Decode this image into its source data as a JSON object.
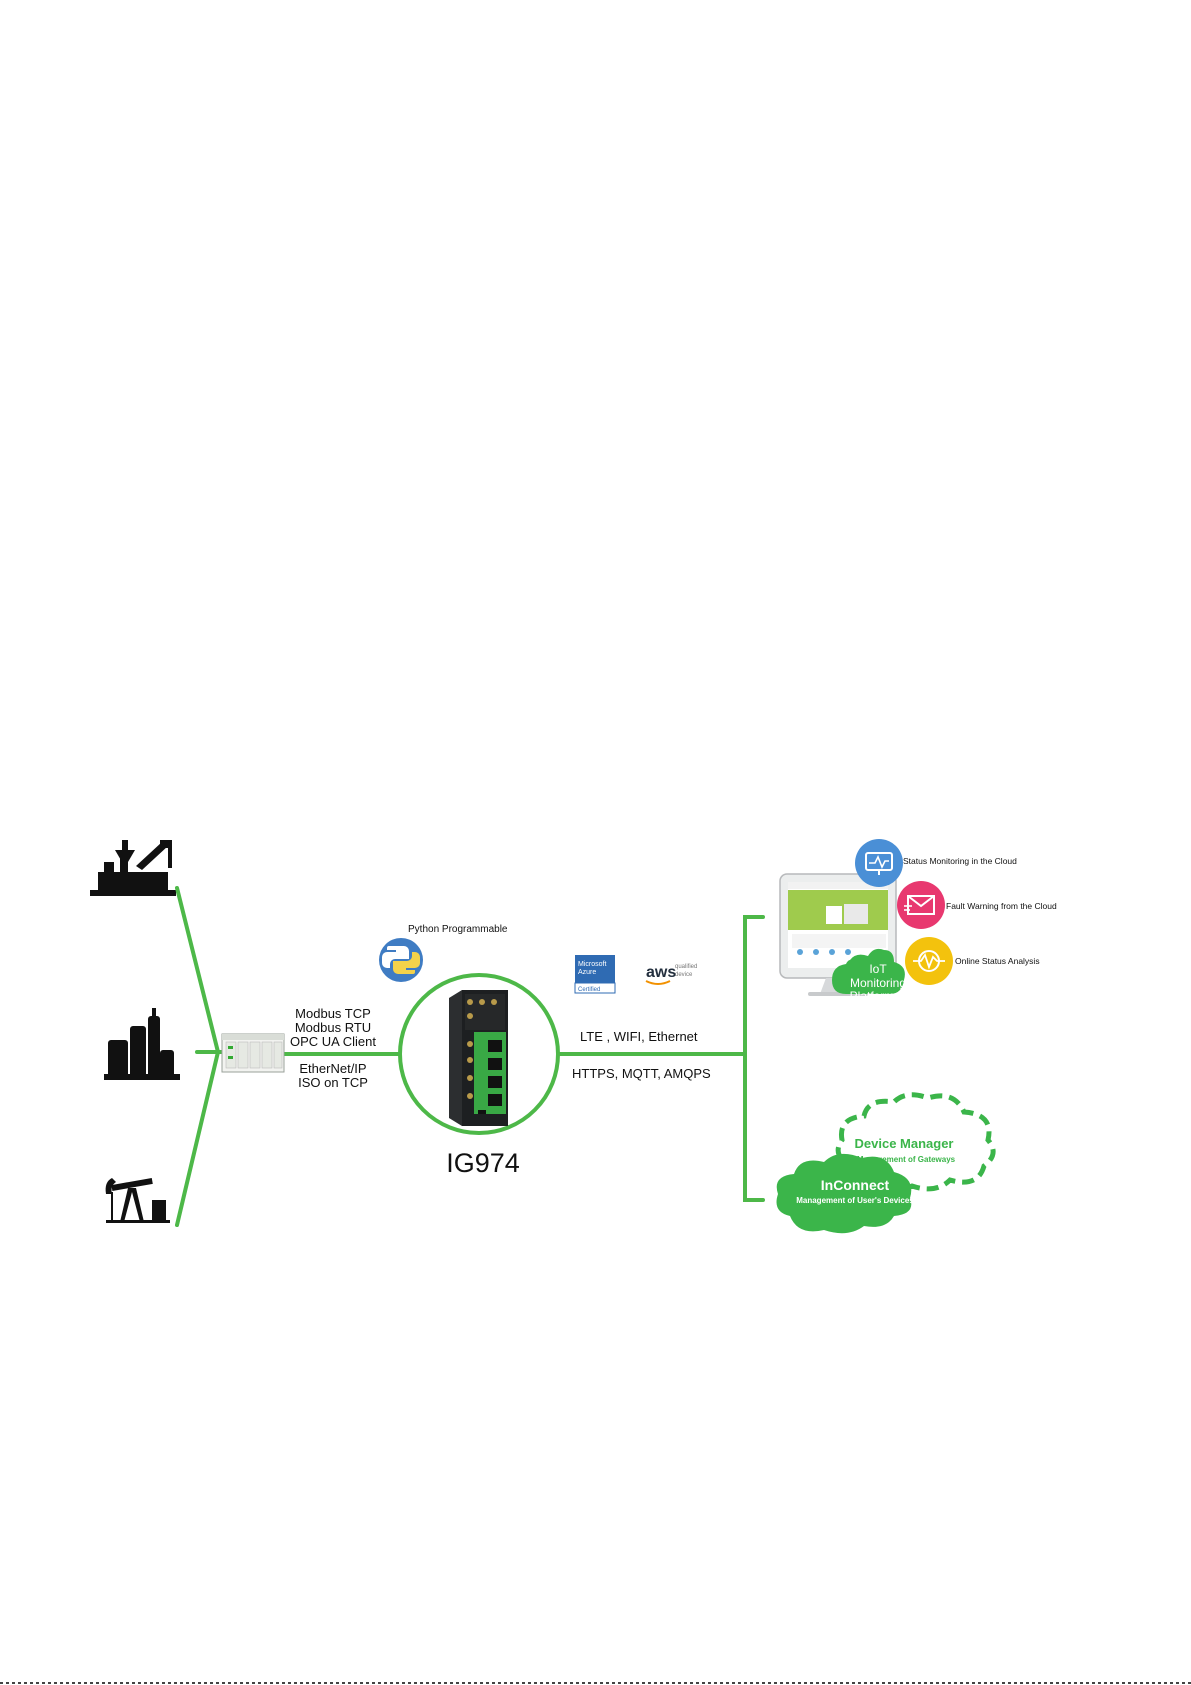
{
  "left_protocols": {
    "line1": "Modbus TCP",
    "line2": "Modbus RTU",
    "line3": "OPC UA Client",
    "line4": "EtherNet/IP",
    "line5": "ISO on TCP"
  },
  "python_label": "Python  Programmable",
  "gateway_label": "IG974",
  "connectivity": {
    "line1": "LTE , WIFI, Ethernet",
    "line2": "HTTPS, MQTT, AMQPS"
  },
  "cloud_badges": {
    "azure_line1": "Microsoft",
    "azure_line2": "Azure",
    "azure_line3": "Certified",
    "aws_text": "aws",
    "aws_sub1": "qualified",
    "aws_sub2": "device"
  },
  "platform": {
    "feature1": "Status Monitoring in the Cloud",
    "feature2": "Fault Warning from the Cloud",
    "feature3": "Online Status Analysis",
    "bubble_line1": "IoT",
    "bubble_line2": "Monitoring",
    "bubble_line3": "Platform"
  },
  "clouds": {
    "device_manager_title": "Device Manager",
    "device_manager_sub": "Management of Gateways",
    "inconnect_title": "InConnect",
    "inconnect_sub": "Management of User's Devices"
  },
  "colors": {
    "line_green": "#4db848",
    "cloud_green": "#3bb54a",
    "blue_circle": "#4a8fd6",
    "pink_circle": "#e8386f",
    "yellow_circle": "#f3c20d"
  }
}
